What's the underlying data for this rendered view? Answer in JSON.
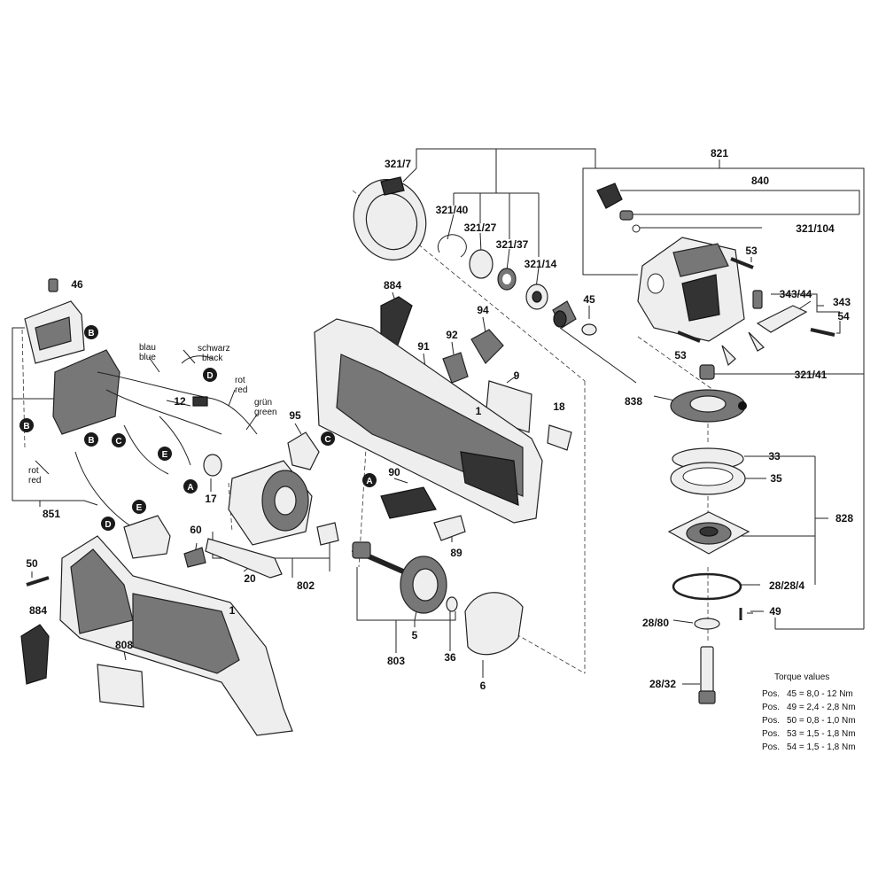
{
  "labels": {
    "l321_7": "321/7",
    "l821": "821",
    "l840": "840",
    "l321_40": "321/40",
    "l321_27": "321/27",
    "l321_37": "321/37",
    "l321_14": "321/14",
    "l321_104": "321/104",
    "l53a": "53",
    "l53b": "53",
    "l343_44": "343/44",
    "l343": "343",
    "l54": "54",
    "l45": "45",
    "l884a": "884",
    "l884b": "884",
    "l94": "94",
    "l92": "92",
    "l91": "91",
    "l9": "9",
    "l1a": "1",
    "l1b": "1",
    "l18": "18",
    "l321_41": "321/41",
    "l838": "838",
    "l46": "46",
    "l12": "12",
    "l95": "95",
    "l90": "90",
    "l33": "33",
    "l35": "35",
    "l828": "828",
    "l17": "17",
    "l851": "851",
    "l60": "60",
    "l802": "802",
    "l89": "89",
    "l20": "20",
    "l50": "50",
    "l5": "5",
    "l28_28_4": "28/28/4",
    "l49": "49",
    "l28_80": "28/80",
    "l808": "808",
    "l36": "36",
    "l803": "803",
    "l6": "6",
    "l28_32": "28/32"
  },
  "wire_labels": {
    "blau": "blau",
    "blue": "blue",
    "schwarz": "schwarz",
    "black": "black",
    "rot1": "rot",
    "red1": "red",
    "gruen": "grün",
    "green": "green",
    "rot2": "rot",
    "red2": "red"
  },
  "badges": {
    "b1": "B",
    "b2": "B",
    "b3": "B",
    "c1": "C",
    "c2": "C",
    "d1": "D",
    "d2": "D",
    "e1": "E",
    "e2": "E",
    "a1": "A",
    "a2": "A"
  },
  "torque": {
    "title": "Torque values",
    "rows": [
      {
        "pos": "Pos.",
        "text": "45 = 8,0 - 12  Nm"
      },
      {
        "pos": "Pos.",
        "text": "49 = 2,4 - 2,8 Nm"
      },
      {
        "pos": "Pos.",
        "text": "50 = 0,8 - 1,0 Nm"
      },
      {
        "pos": "Pos.",
        "text": "53 = 1,5 - 1,8 Nm"
      },
      {
        "pos": "Pos.",
        "text": "54 = 1,5 - 1,8 Nm"
      }
    ]
  }
}
